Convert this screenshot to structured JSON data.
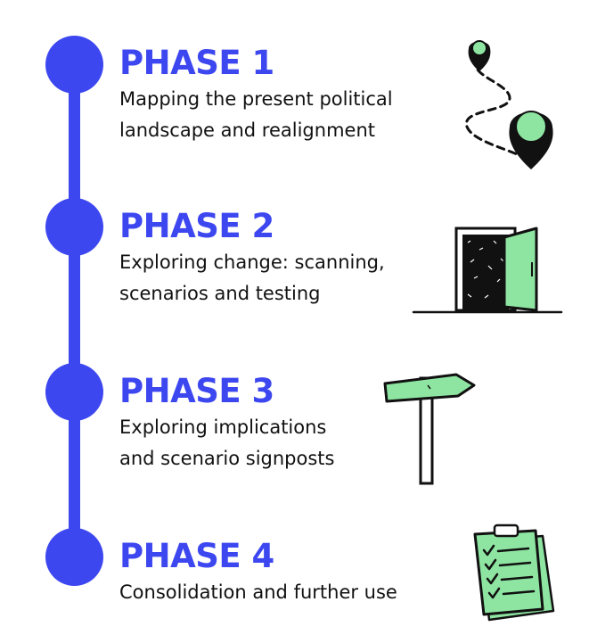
{
  "colors": {
    "accent": "#3d47f0",
    "illustration_green": "#8ee5a1",
    "ink": "#111111"
  },
  "phases": [
    {
      "title": "PHASE 1",
      "description_lines": [
        "Mapping the present political",
        "landscape and realignment"
      ],
      "icon": "map-route-icon"
    },
    {
      "title": "PHASE 2",
      "description_lines": [
        "Exploring change: scanning,",
        "scenarios and testing"
      ],
      "icon": "open-door-icon"
    },
    {
      "title": "PHASE 3",
      "description_lines": [
        "Exploring implications",
        "and scenario signposts"
      ],
      "icon": "signpost-icon"
    },
    {
      "title": "PHASE 4",
      "description_lines": [
        "Consolidation and further use"
      ],
      "icon": "checklist-clipboard-icon"
    }
  ]
}
